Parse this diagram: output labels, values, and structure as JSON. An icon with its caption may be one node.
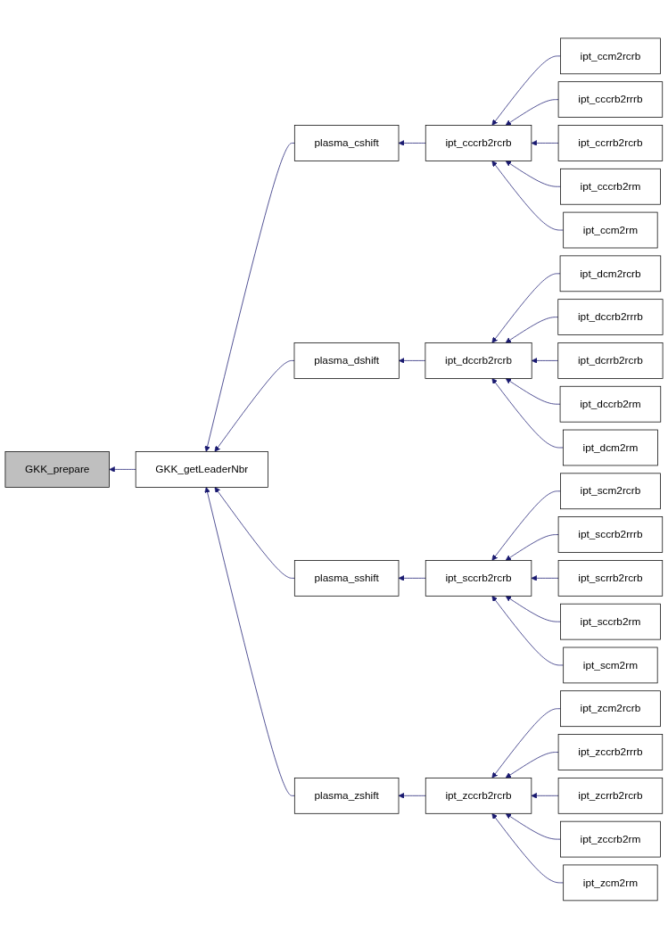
{
  "diagram": {
    "nodes": [
      {
        "text": [
          "GKK_prepare"
        ]
      },
      {
        "text": [
          "GKK_getLeaderNbr"
        ]
      },
      {
        "text": [
          "plasma_cshift"
        ]
      },
      {
        "text": [
          "ipt_cccrb2rcrb"
        ]
      },
      {
        "text": [
          "ipt_ccm2rcrb"
        ]
      },
      {
        "text": [
          "ipt_cccrb2rrrb"
        ]
      },
      {
        "text": [
          "ipt_ccrrb2rcrb"
        ]
      },
      {
        "text": [
          "ipt_cccrb2rm"
        ]
      },
      {
        "text": [
          "ipt_ccm2rm"
        ]
      },
      {
        "text": [
          "plasma_dshift"
        ]
      },
      {
        "text": [
          "ipt_dccrb2rcrb"
        ]
      },
      {
        "text": [
          "ipt_dcm2rcrb"
        ]
      },
      {
        "text": [
          "ipt_dccrb2rrrb"
        ]
      },
      {
        "text": [
          "ipt_dcrrb2rcrb"
        ]
      },
      {
        "text": [
          "ipt_dccrb2rm"
        ]
      },
      {
        "text": [
          "ipt_dcm2rm"
        ]
      },
      {
        "text": [
          "plasma_sshift"
        ]
      },
      {
        "text": [
          "ipt_sccrb2rcrb"
        ]
      },
      {
        "text": [
          "ipt_scm2rcrb"
        ]
      },
      {
        "text": [
          "ipt_sccrb2rrrb"
        ]
      },
      {
        "text": [
          "ipt_scrrb2rcrb"
        ]
      },
      {
        "text": [
          "ipt_sccrb2rm"
        ]
      },
      {
        "text": [
          "ipt_scm2rm"
        ]
      },
      {
        "text": [
          "plasma_zshift"
        ]
      },
      {
        "text": [
          "ipt_zccrb2rcrb"
        ]
      },
      {
        "text": [
          "ipt_zcm2rcrb"
        ]
      },
      {
        "text": [
          "ipt_zccrb2rrrb"
        ]
      },
      {
        "text": [
          "ipt_zcrrb2rcrb"
        ]
      },
      {
        "text": [
          "ipt_zccrb2rm"
        ]
      },
      {
        "text": [
          "ipt_zcm2rm"
        ]
      }
    ],
    "edges": [
      {
        "from": 1,
        "to": 0,
        "arrow": "to"
      },
      {
        "from": 2,
        "to": 1,
        "arrow": "to"
      },
      {
        "from": 3,
        "to": 2,
        "arrow": "to"
      },
      {
        "from": 4,
        "to": 3,
        "arrow": "to"
      },
      {
        "from": 5,
        "to": 3,
        "arrow": "to"
      },
      {
        "from": 6,
        "to": 3,
        "arrow": "to"
      },
      {
        "from": 7,
        "to": 3,
        "arrow": "to"
      },
      {
        "from": 8,
        "to": 3,
        "arrow": "to"
      },
      {
        "from": 9,
        "to": 1,
        "arrow": "to"
      },
      {
        "from": 10,
        "to": 9,
        "arrow": "to"
      },
      {
        "from": 11,
        "to": 10,
        "arrow": "to"
      },
      {
        "from": 12,
        "to": 10,
        "arrow": "to"
      },
      {
        "from": 13,
        "to": 10,
        "arrow": "to"
      },
      {
        "from": 14,
        "to": 10,
        "arrow": "to"
      },
      {
        "from": 15,
        "to": 10,
        "arrow": "to"
      },
      {
        "from": 16,
        "to": 1,
        "arrow": "to"
      },
      {
        "from": 17,
        "to": 16,
        "arrow": "to"
      },
      {
        "from": 18,
        "to": 17,
        "arrow": "to"
      },
      {
        "from": 19,
        "to": 17,
        "arrow": "to"
      },
      {
        "from": 20,
        "to": 17,
        "arrow": "to"
      },
      {
        "from": 21,
        "to": 17,
        "arrow": "to"
      },
      {
        "from": 22,
        "to": 17,
        "arrow": "to"
      },
      {
        "from": 23,
        "to": 1,
        "arrow": "to"
      },
      {
        "from": 24,
        "to": 23,
        "arrow": "to"
      },
      {
        "from": 25,
        "to": 24,
        "arrow": "to"
      },
      {
        "from": 26,
        "to": 24,
        "arrow": "to"
      },
      {
        "from": 27,
        "to": 24,
        "arrow": "to"
      },
      {
        "from": 28,
        "to": 24,
        "arrow": "to"
      },
      {
        "from": 29,
        "to": 24,
        "arrow": "to"
      }
    ]
  }
}
